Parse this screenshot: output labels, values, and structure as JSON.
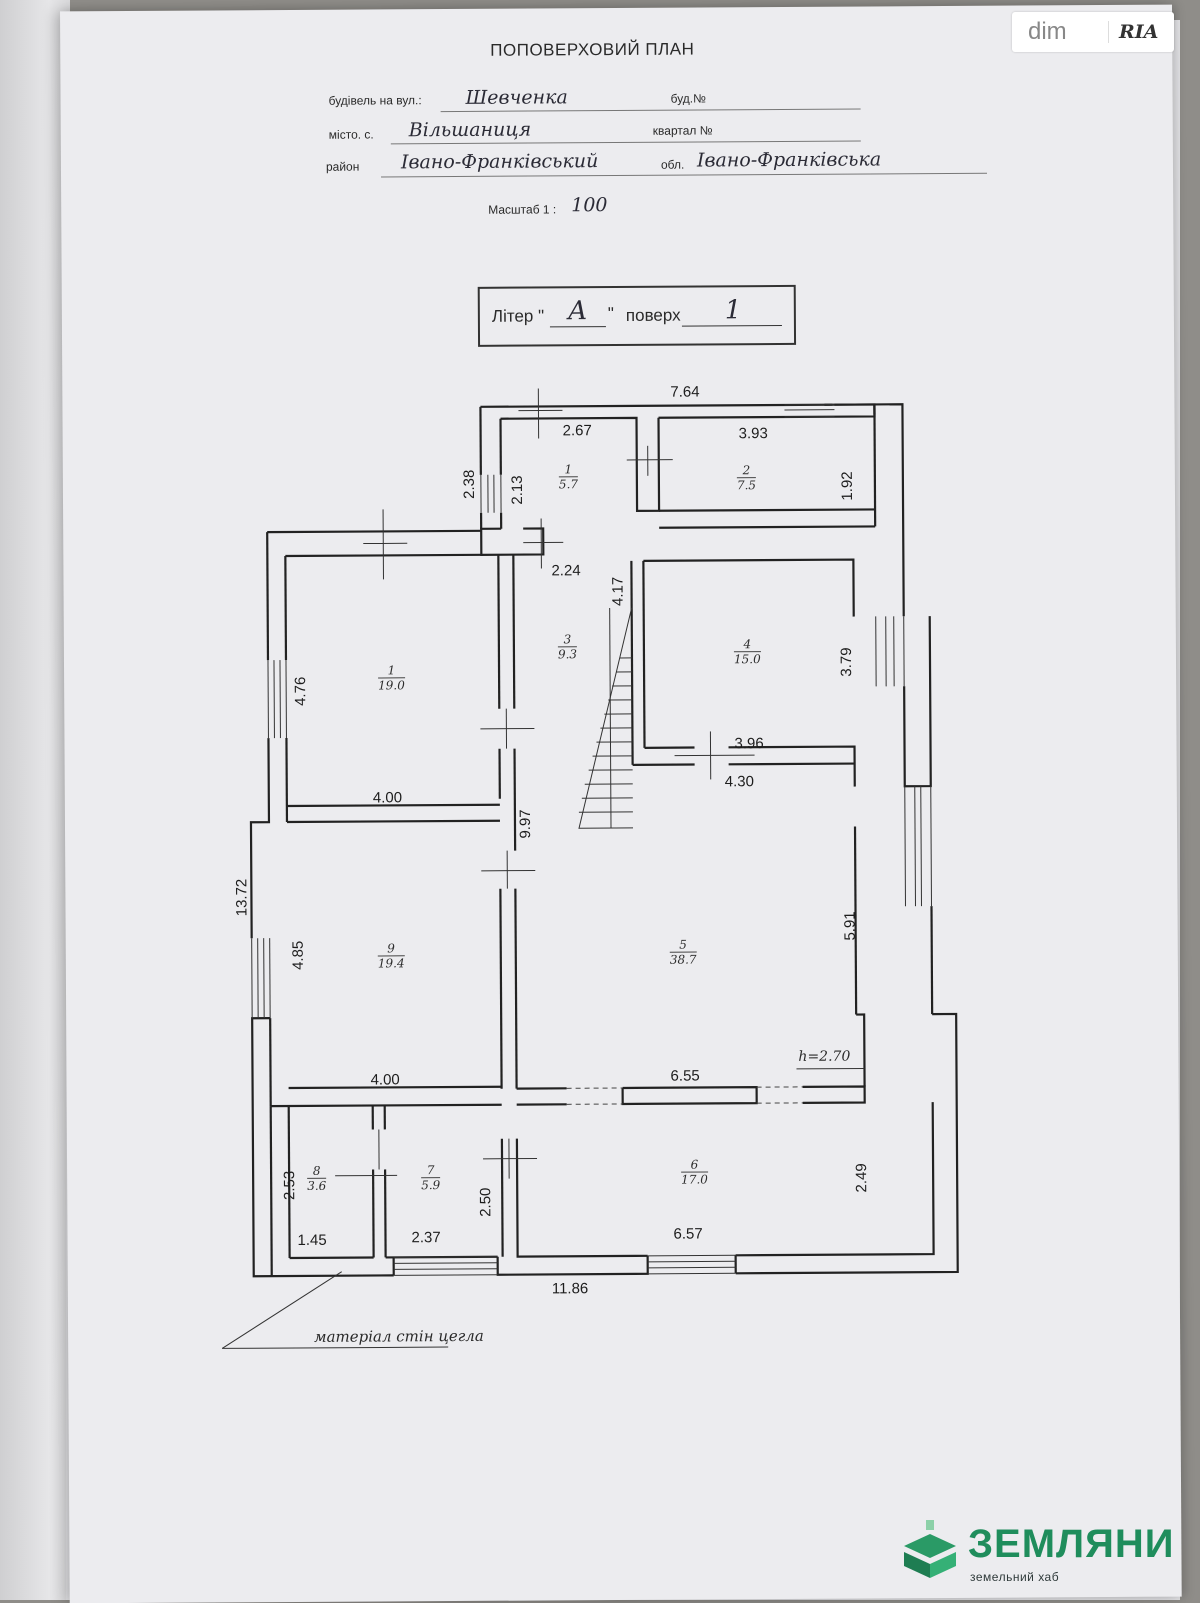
{
  "header": {
    "title": "ПОПОВЕРХОВИЙ ПЛАН",
    "street_label": "будівель на вул.:",
    "street_value": "Шевченка",
    "house_label": "буд.№",
    "city_label": "місто. с.",
    "city_value": "Вільшаниця",
    "block_label": "квартал №",
    "district_label": "район",
    "district_value": "Івано-Франківський",
    "region_label": "обл.",
    "region_value": "Івано-Франківська",
    "scale_label": "Масштаб 1 :",
    "scale_value": "100"
  },
  "liter": {
    "liter_label": "Літер \"",
    "liter_close": "\"",
    "liter_value": "А",
    "floor_label": "поверх",
    "floor_value": "1"
  },
  "rooms": [
    {
      "num": "1",
      "area": "5.7"
    },
    {
      "num": "2",
      "area": "7.5"
    },
    {
      "num": "3",
      "area": "9.3"
    },
    {
      "num": "4",
      "area": "15.0"
    },
    {
      "num": "1",
      "area": "19.0"
    },
    {
      "num": "9",
      "area": "19.4"
    },
    {
      "num": "5",
      "area": "38.7"
    },
    {
      "num": "8",
      "area": "3.6"
    },
    {
      "num": "7",
      "area": "5.9"
    },
    {
      "num": "6",
      "area": "17.0"
    }
  ],
  "dimensions": {
    "top_total": "7.64",
    "r1_width": "2.67",
    "r2_width": "3.93",
    "d_238": "2.38",
    "d_213": "2.13",
    "d_192": "1.92",
    "d_224": "2.24",
    "d_417": "4.17",
    "d_379": "3.79",
    "d_396": "3.96",
    "d_430": "4.30",
    "d_476": "4.76",
    "d_400a": "4.00",
    "d_997": "9.97",
    "d_1372": "13.72",
    "d_485": "4.85",
    "d_591": "5.91",
    "d_400b": "4.00",
    "d_655": "6.55",
    "d_253": "2.53",
    "d_250": "2.50",
    "d_249": "2.49",
    "d_145": "1.45",
    "d_237": "2.37",
    "d_657": "6.57",
    "bottom_total": "11.86"
  },
  "height_note": "h=2.70",
  "material_note": "матеріал стін цегла",
  "watermark": {
    "dim_text": "dim",
    "ria_text": "RIA",
    "brand_name": "ЗЕМЛЯНИ",
    "brand_sub": "земельний хаб",
    "brand_color": "#1f8d5c"
  }
}
